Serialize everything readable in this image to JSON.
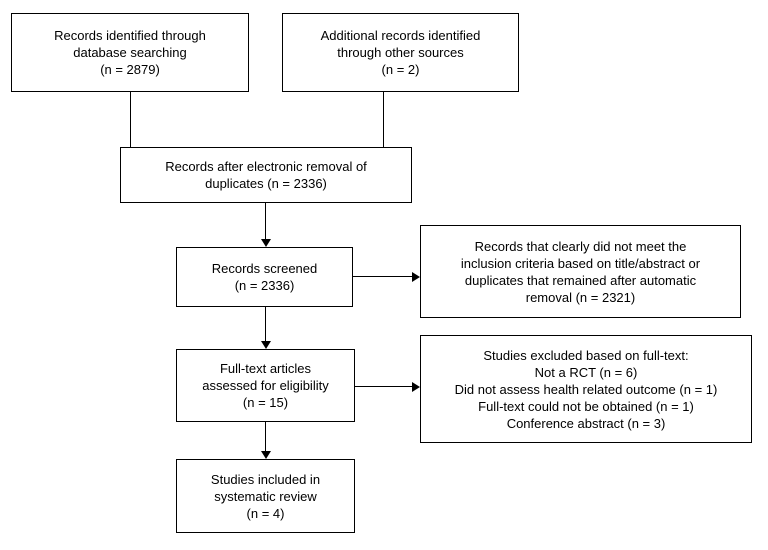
{
  "diagram": {
    "type": "prisma-flow-diagram",
    "background_color": "#ffffff",
    "line_color": "#000000",
    "text_color": "#000000",
    "nodes": [
      {
        "id": "identified-database",
        "lines": [
          "Records identified through",
          "database searching",
          "(n = 2879)"
        ]
      },
      {
        "id": "identified-other",
        "lines": [
          "Additional  records identified",
          "through other sources",
          "(n = 2)"
        ]
      },
      {
        "id": "after-duplicates",
        "lines": [
          "Records after electronic removal of",
          "duplicates (n = 2336)"
        ]
      },
      {
        "id": "records-screened",
        "lines": [
          "Records screened",
          "(n = 2336)"
        ]
      },
      {
        "id": "records-excluded",
        "lines": [
          "Records that clearly did not meet the",
          "inclusion criteria based on title/abstract or",
          "duplicates that remained after automatic",
          "removal (n = 2321)"
        ]
      },
      {
        "id": "fulltext-assessed",
        "lines": [
          "Full-text articles",
          "assessed for eligibility",
          "(n = 15)"
        ]
      },
      {
        "id": "fulltext-excluded",
        "lines": [
          "Studies excluded based on full-text:",
          "Not a RCT (n = 6)",
          "Did not assess health related outcome (n = 1)",
          "Full-text could not be obtained (n = 1)",
          "Conference abstract (n = 3)"
        ]
      },
      {
        "id": "studies-included",
        "lines": [
          "Studies included in",
          "systematic review",
          "(n = 4)"
        ]
      }
    ],
    "counts": {
      "identified_database": 2879,
      "identified_other": 2,
      "after_duplicates": 2336,
      "records_screened": 2336,
      "records_excluded": 2321,
      "fulltext_assessed": 15,
      "fulltext_excluded_not_rct": 6,
      "fulltext_excluded_no_health_outcome": 1,
      "fulltext_excluded_not_obtained": 1,
      "fulltext_excluded_conference_abstract": 3,
      "studies_included": 4
    }
  }
}
